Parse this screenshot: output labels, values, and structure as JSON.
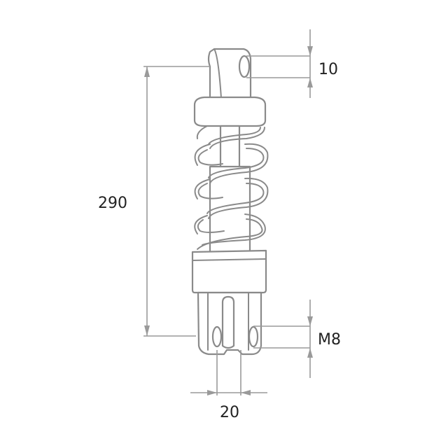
{
  "dimensions": {
    "eye_diameter": "10",
    "overall_length": "290",
    "thread_size": "M8",
    "fork_width": "20"
  },
  "colors": {
    "outline": "#8a8a8a",
    "dimension_line": "#9a9a9a",
    "text": "#222222",
    "background": "#ffffff"
  }
}
